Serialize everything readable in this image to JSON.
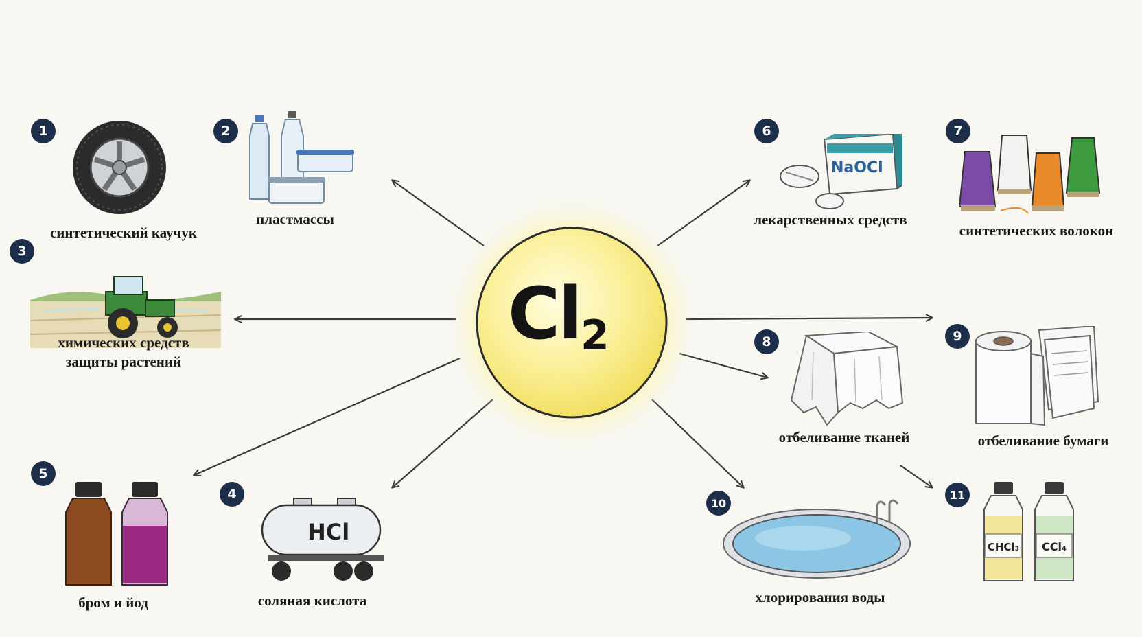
{
  "center": {
    "element": "Cl",
    "subscript": "2"
  },
  "colors": {
    "sphere": "#fbf09a",
    "badge": "#1d2e4a",
    "arrow": "#3a3a3a"
  },
  "items": [
    {
      "number": "1",
      "label": "синтетический каучук",
      "icon": "tire-icon"
    },
    {
      "number": "2",
      "label": "пластмассы",
      "icon": "plastic-bottles-icon"
    },
    {
      "number": "3",
      "label_lines": [
        "химических средств",
        "защиты растений"
      ],
      "icon": "tractor-icon"
    },
    {
      "number": "4",
      "label": "соляная кислота",
      "icon": "tanker-icon",
      "tank_text": "HCl"
    },
    {
      "number": "5",
      "label": "бром и йод",
      "icon": "bottles-icon"
    },
    {
      "number": "6",
      "label": "лекарственных средств",
      "icon": "pills-box-icon",
      "box_text": "NaOCl"
    },
    {
      "number": "7",
      "label": "синтетических волокон",
      "icon": "thread-spools-icon"
    },
    {
      "number": "8",
      "label": "отбеливание тканей",
      "icon": "tablecloth-icon"
    },
    {
      "number": "9",
      "label": "отбеливание бумаги",
      "icon": "paper-roll-icon"
    },
    {
      "number": "10",
      "label": "хлорирования воды",
      "icon": "pool-icon"
    },
    {
      "number": "11",
      "label": "",
      "icon": "flasks-icon",
      "flask_texts": [
        "CHCl₃",
        "CCl₄"
      ]
    }
  ]
}
